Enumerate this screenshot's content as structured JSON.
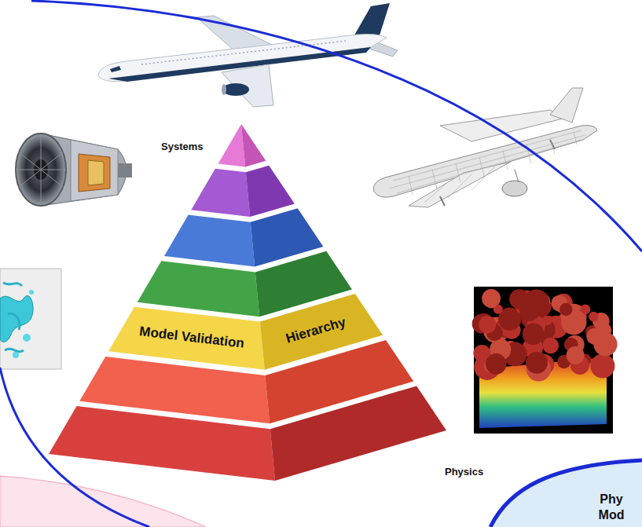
{
  "diagram": {
    "nodes": [
      {
        "text": [
          "Model Validation",
          "Hierarchy"
        ]
      },
      {
        "text": [
          "Phy Mod"
        ]
      }
    ],
    "labels": [
      "Systems",
      "Physics"
    ]
  }
}
